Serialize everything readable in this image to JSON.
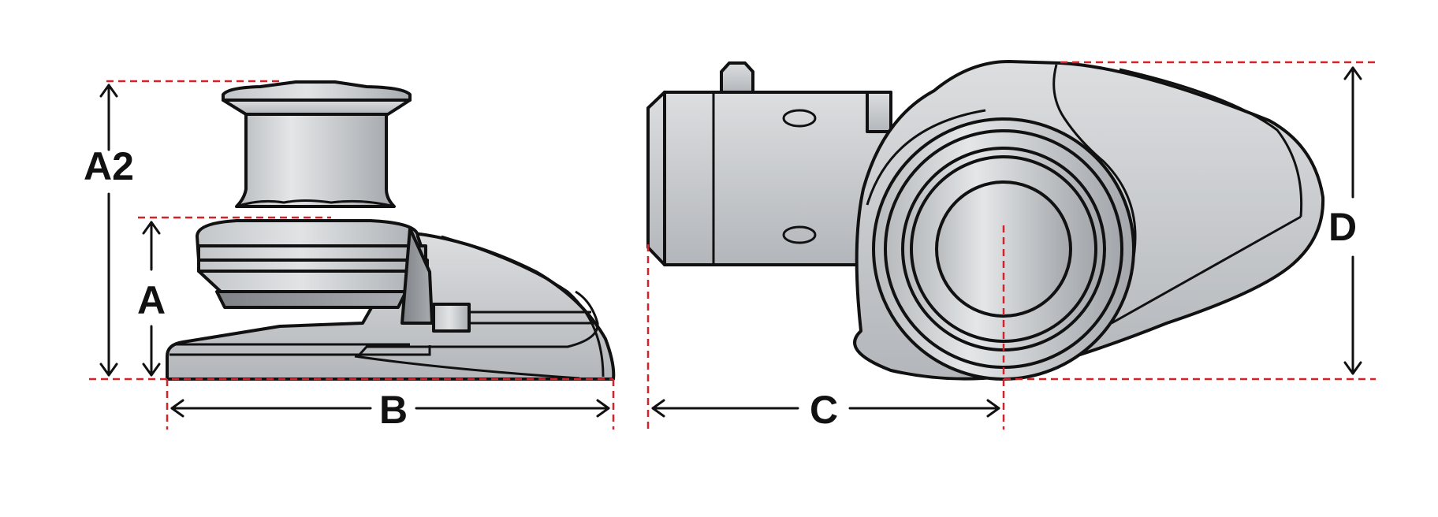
{
  "labels": {
    "a2": "A2",
    "a": "A",
    "b": "B",
    "c": "C",
    "d": "D"
  },
  "colors": {
    "dimension_line": "#d6202a",
    "outline": "#111111",
    "metal_light": "#d4d6d8",
    "metal_mid": "#b6b9bc",
    "metal_dark": "#8d9195"
  }
}
